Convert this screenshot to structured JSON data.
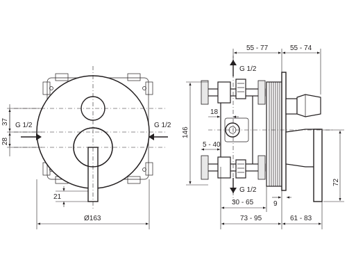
{
  "front_view": {
    "dim_top": "37",
    "dim_bottom": "28",
    "dim_lever": "21",
    "dim_diameter": "Ø163",
    "port_left": "G 1/2",
    "port_right": "G 1/2"
  },
  "side_view": {
    "port_top": "G 1/2",
    "port_bottom": "G 1/2",
    "dim_height": "146",
    "dim_18": "18",
    "dim_5_40": "5 - 40",
    "dim_55_77": "55 - 77",
    "dim_55_74": "55 - 74",
    "dim_30_65": "30 - 65",
    "dim_9": "9",
    "dim_72": "72",
    "dim_73_95": "73 - 95",
    "dim_61_83": "61 - 83"
  }
}
